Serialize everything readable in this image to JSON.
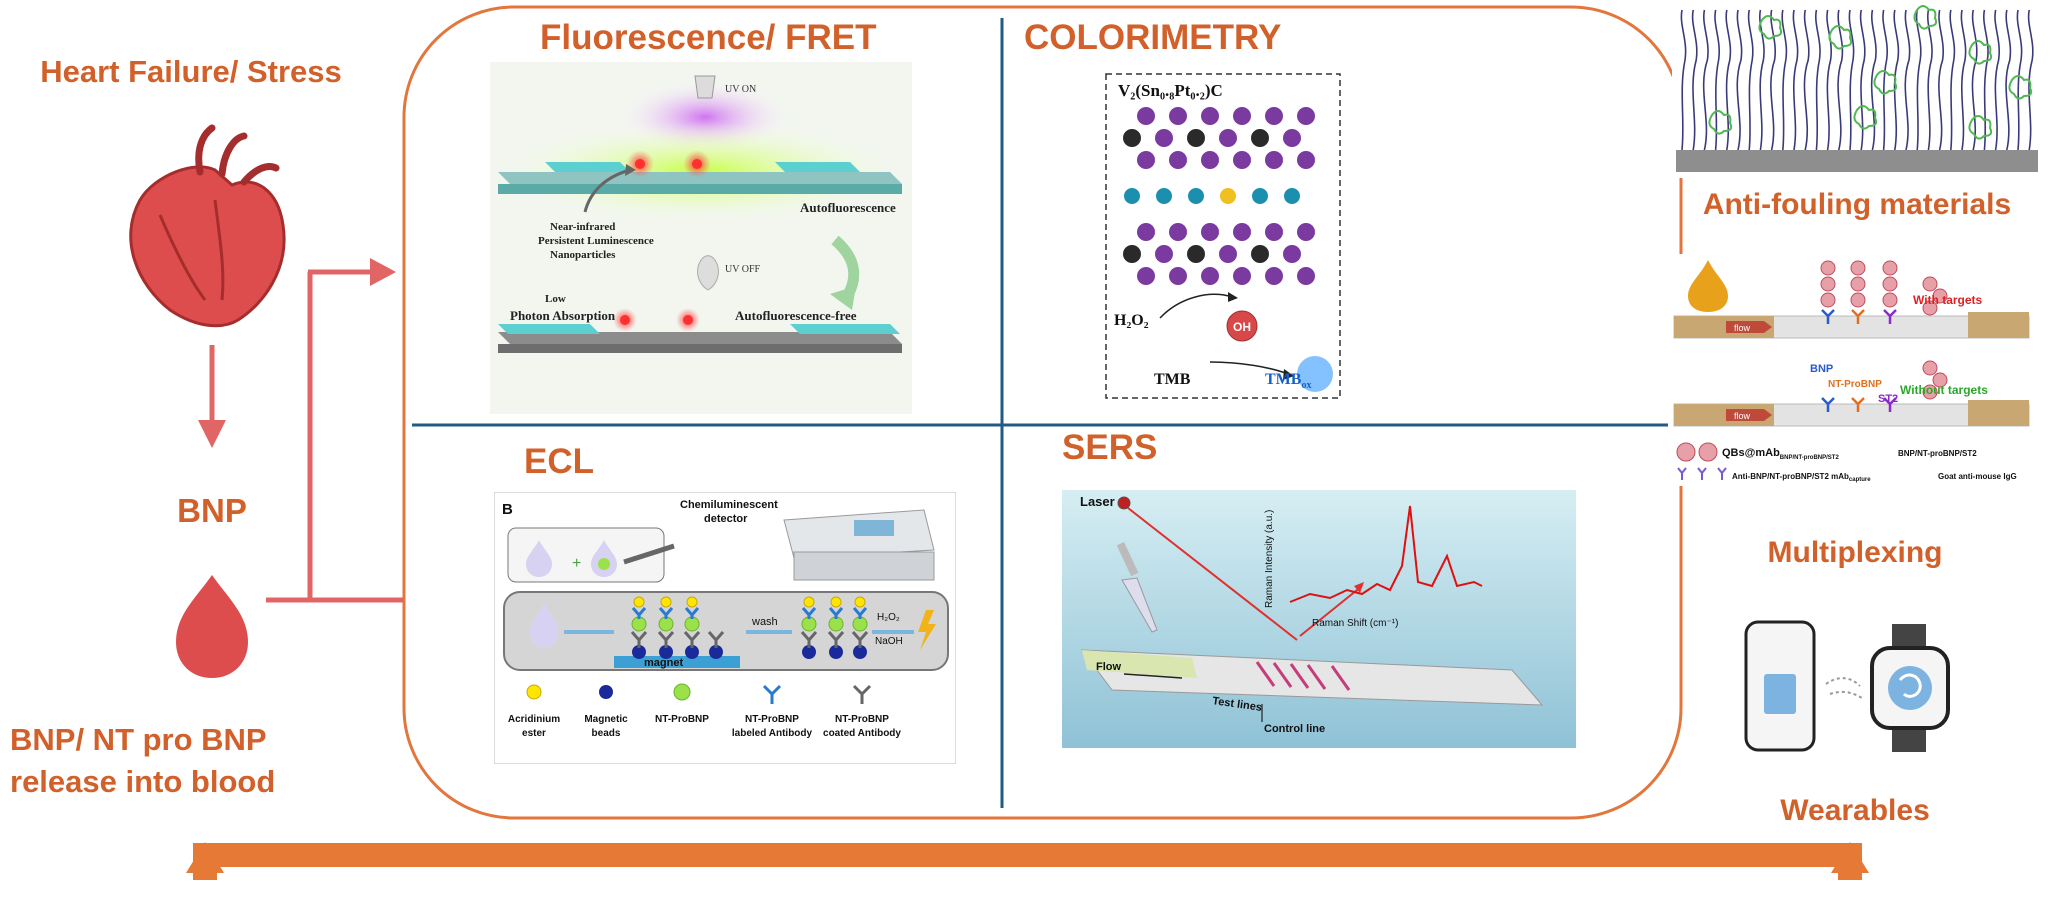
{
  "colors": {
    "accent_orange": "#d2602a",
    "pathway_red": "#e26565",
    "heart_red": "#de4d4d",
    "divider_blue": "#1f5b82",
    "arrow_orange": "#e77936"
  },
  "left": {
    "title": "Heart Failure/ Stress",
    "marker": "BNP",
    "release_line1": "BNP/ NT pro BNP",
    "release_line2": "release into blood",
    "heart_icon": "heart-icon",
    "drop_icon": "blood-drop-icon"
  },
  "panels": {
    "fluorescence": {
      "title": "Fluorescence/ FRET",
      "uv_on": "UV ON",
      "uv_off": "UV OFF",
      "autofluorescence": "Autofluorescence",
      "nir_line1": "Near-infrared",
      "nir_line2": "Persistent Luminescence",
      "nir_line3": "Nanoparticles",
      "low": "Low",
      "photon_absorption": "Photon Absorption",
      "autofluorescence_free": "Autofluorescence-free"
    },
    "colorimetry": {
      "title": "COLORIMETRY",
      "formula": "V₂(Sn₀.₈Pt₀.₂)C",
      "h2o2": "H₂O₂",
      "oh": "OH",
      "tmb": "TMB",
      "tmb_ox": "TMB",
      "ox_sub": "ox"
    },
    "ecl": {
      "title": "ECL",
      "panel_letter": "B",
      "detector_line1": "Chemiluminescent",
      "detector_line2": "detector",
      "wash": "wash",
      "h2o2": "H₂O₂",
      "naoh": "NaOH",
      "magnet": "magnet",
      "legend": [
        {
          "line1": "Acridinium",
          "line2": "ester"
        },
        {
          "line1": "Magnetic",
          "line2": "beads"
        },
        {
          "line1": "NT-ProBNP",
          "line2": ""
        },
        {
          "line1": "NT-ProBNP",
          "line2": "labeled Antibody"
        },
        {
          "line1": "NT-ProBNP",
          "line2": "coated Antibody"
        }
      ]
    },
    "sers": {
      "title": "SERS",
      "laser": "Laser",
      "raman_intensity": "Raman Intensity (a.u.)",
      "raman_shift": "Raman Shift (cm⁻¹)",
      "flow": "Flow",
      "test_lines": "Test lines",
      "control_line": "Control line"
    }
  },
  "right": {
    "antifouling_title": "Anti-fouling materials",
    "multiplexing_title": "Multiplexing",
    "wearables_title": "Wearables",
    "multiplex": {
      "with_targets": "With targets",
      "without_targets": "Without targets",
      "flow": "flow",
      "bnp": "BNP",
      "ntprobnp": "NT-ProBNP",
      "st2": "ST2",
      "legend_qbs": "QBs@mAb",
      "legend_qbs_sub": "BNP/NT-proBNP/ST2",
      "legend_antigen": "BNP/NT-proBNP/ST2",
      "legend_capture": "Anti-BNP/NT-proBNP/ST2 mAb",
      "legend_capture_sub": "capture",
      "legend_goat": "Goat anti-mouse IgG"
    },
    "phone_icon": "smartphone-icon",
    "watch_icon": "smartwatch-icon"
  }
}
